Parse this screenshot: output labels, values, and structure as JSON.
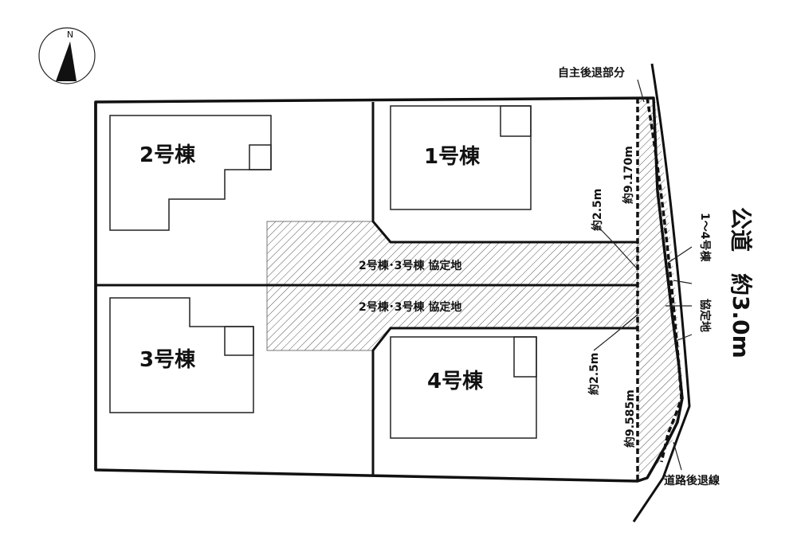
{
  "compass": {
    "north_label": "N"
  },
  "buildings": {
    "b1": "1号棟",
    "b2": "2号棟",
    "b3": "3号棟",
    "b4": "4号棟"
  },
  "shared_land": {
    "upper": "2号棟･3号棟  協定地",
    "lower": "2号棟･3号棟  協定地"
  },
  "dimensions": {
    "frontage_top": "約9.170m",
    "frontage_bottom": "約9.585m",
    "passage_top": "約2.5m",
    "passage_bottom": "約2.5m"
  },
  "labels": {
    "voluntary_setback": "自主後退部分",
    "road_setback_line": "道路後退線",
    "agreement_1_4_line1": "1～4号棟",
    "agreement_1_4_line2": "協定地"
  },
  "road": {
    "name": "公道",
    "width": "約3.0m"
  }
}
